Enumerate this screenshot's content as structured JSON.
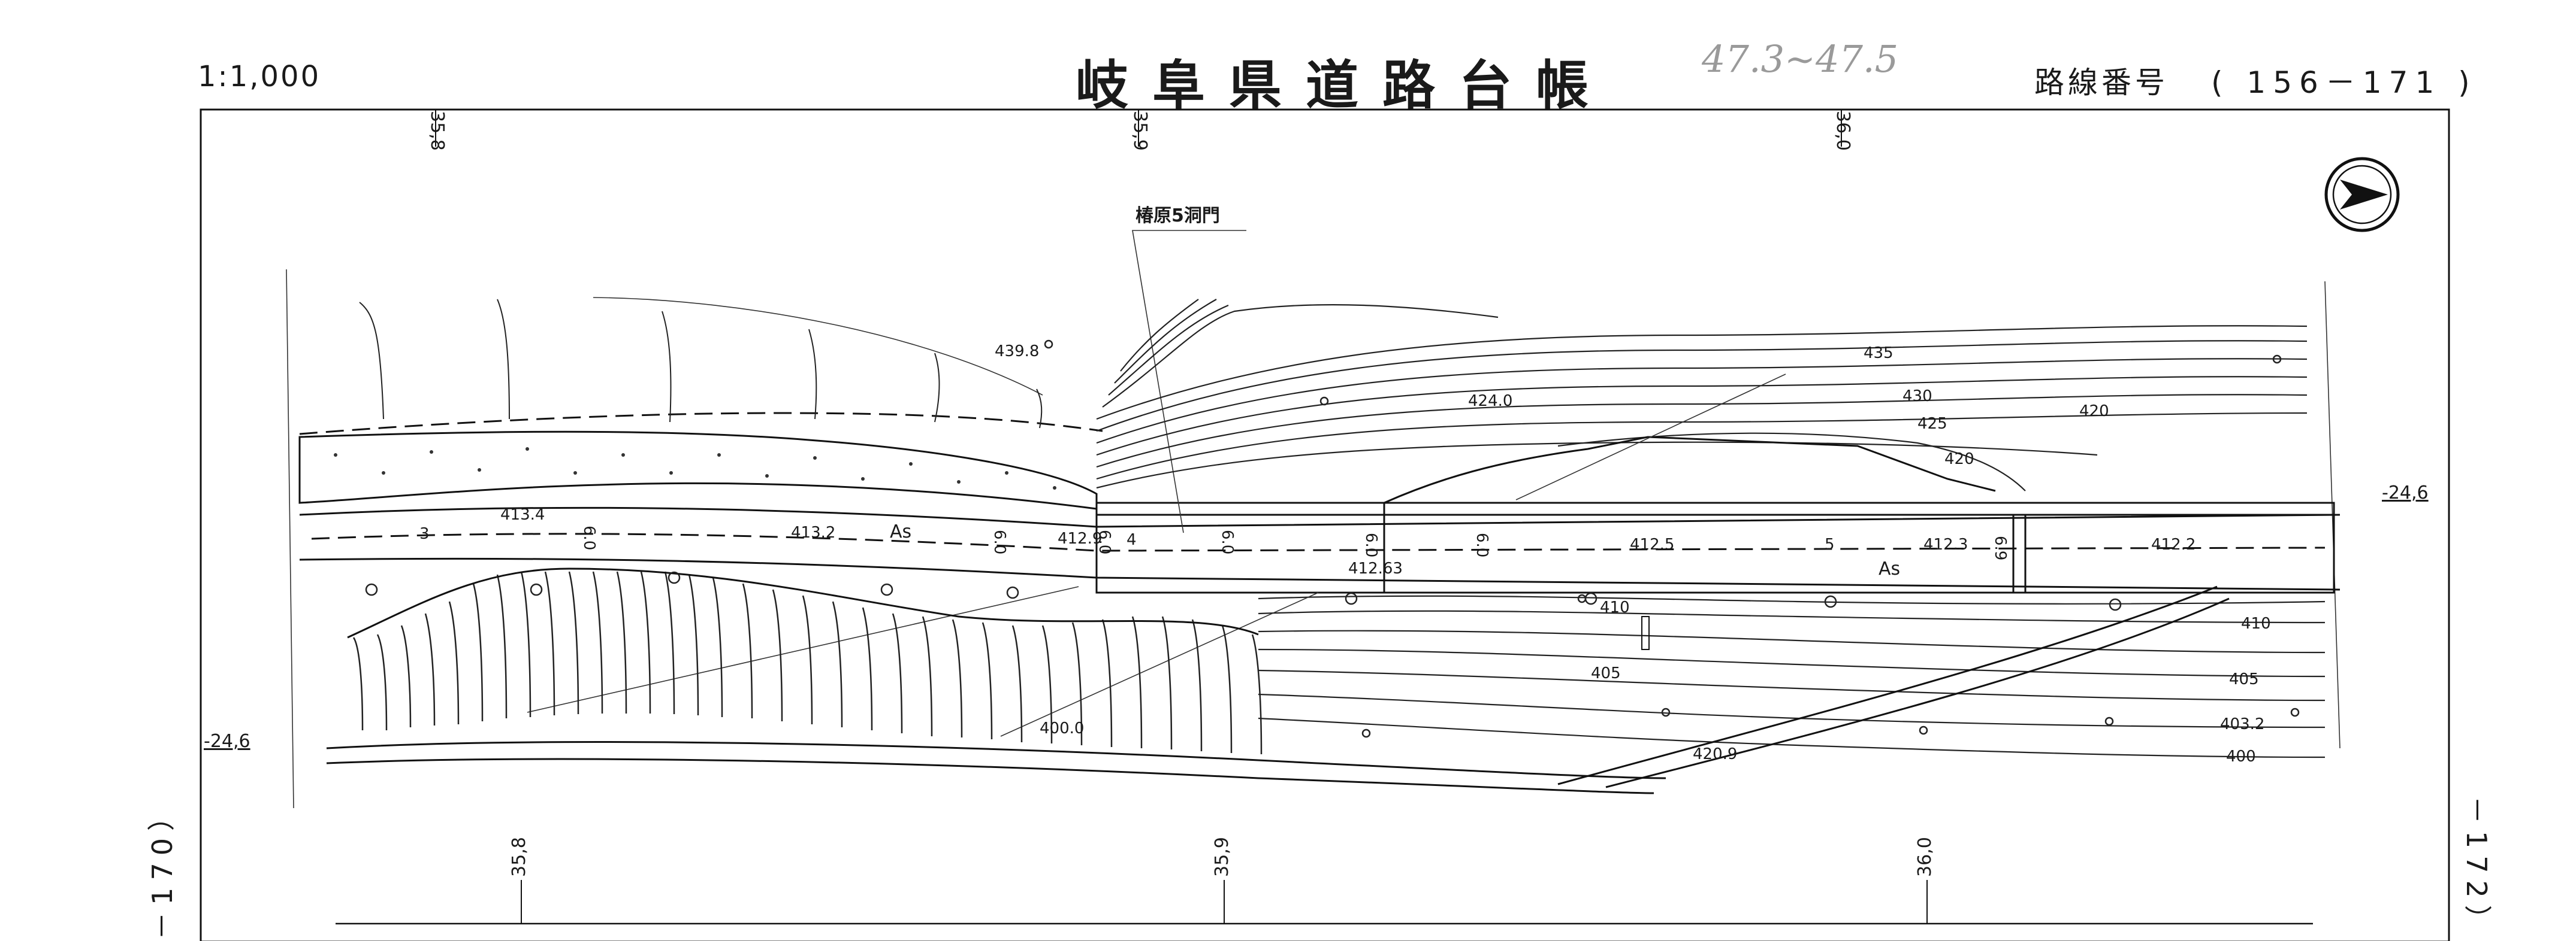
{
  "header": {
    "scale": "1:1,000",
    "title": "岐阜県道路台帳",
    "stamp": "47.3~47.5",
    "route_label": "路線番号",
    "route_number": "( 156－171 )"
  },
  "adjacent_sheets": {
    "left": "－170）",
    "right": "－172）"
  },
  "structure_label": "椿原5洞門",
  "grid": {
    "top": [
      "35,8",
      "35,9",
      "36,0"
    ],
    "bottom": [
      "35,8",
      "35,9",
      "36,0"
    ],
    "left": "-24,6",
    "right": "-24,6"
  },
  "spot_heights": [
    "413.4",
    "413.2",
    "412.9",
    "412.63",
    "412.5",
    "412.3",
    "412.2",
    "439.8",
    "424.0",
    "400.0",
    "403.2",
    "420.9"
  ],
  "contours": [
    "435",
    "430",
    "425",
    "420",
    "420",
    "410",
    "410",
    "405",
    "405",
    "400"
  ],
  "surface": [
    "As",
    "As"
  ],
  "road_widths": [
    "3",
    "6.0",
    "6.0",
    "6.0",
    "6.0",
    "6.0",
    "6.0",
    "4",
    "5",
    "6.9"
  ],
  "icons": {
    "north_arrow": "north-arrow-icon"
  }
}
